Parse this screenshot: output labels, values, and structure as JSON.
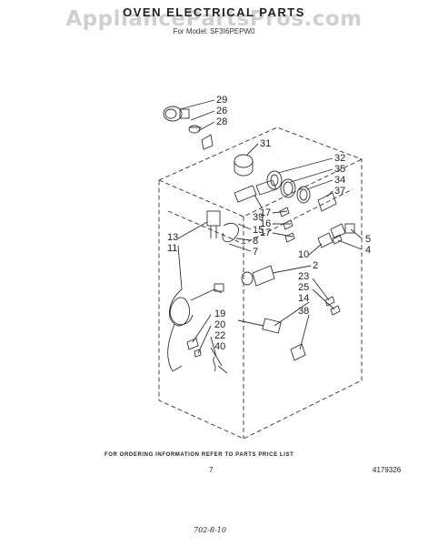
{
  "header": {
    "title": "OVEN ELECTRICAL PARTS",
    "model_line": "For Model: SF3I6PEPW0",
    "watermark": "AppliancePartsPros.com"
  },
  "callouts": {
    "n29": "29",
    "n26": "26",
    "n28": "28",
    "n31": "31",
    "n32": "32",
    "n35": "35",
    "n34": "34",
    "n37": "37",
    "n17a": "17",
    "n16": "16",
    "n17b": "17",
    "n39": "39",
    "n15": "15",
    "n8": "8",
    "n7": "7",
    "n13": "13",
    "n11": "11",
    "n10": "10",
    "n2": "2",
    "n23": "23",
    "n25": "25",
    "n14": "14",
    "n38": "38",
    "n5": "5",
    "n4": "4",
    "n19": "19",
    "n20": "20",
    "n22": "22",
    "n40": "40"
  },
  "footer": {
    "ordering_note": "FOR ORDERING INFORMATION REFER TO PARTS PRICE LIST",
    "page_number": "7",
    "document_number": "4179326",
    "handwritten_code": "702-8-10"
  }
}
